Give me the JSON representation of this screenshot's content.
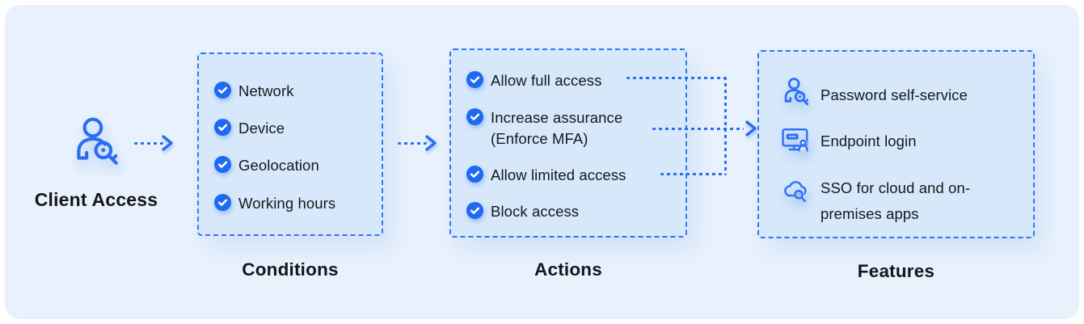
{
  "colors": {
    "accent": "#2a6ff2",
    "badge": "#1f6af0",
    "panel_bg": "#e9f2fc",
    "box_bg": "#d6e8fa",
    "text": "#16181d"
  },
  "client_access": {
    "label": "Client Access",
    "icon": "user-search-key-icon"
  },
  "conditions": {
    "label": "Conditions",
    "items": [
      "Network",
      "Device",
      "Geolocation",
      "Working hours"
    ],
    "item_icon": "check-badge-icon"
  },
  "actions": {
    "label": "Actions",
    "items": [
      "Allow full access",
      "Increase assurance (Enforce MFA)",
      "Allow limited access",
      "Block access"
    ],
    "item_icon": "check-badge-icon"
  },
  "features": {
    "label": "Features",
    "items": [
      {
        "icon": "password-self-service-icon",
        "text": "Password self-service"
      },
      {
        "icon": "endpoint-login-icon",
        "text": "Endpoint login"
      },
      {
        "icon": "sso-cloud-icon",
        "text": "SSO for cloud and on-premises apps"
      }
    ]
  }
}
